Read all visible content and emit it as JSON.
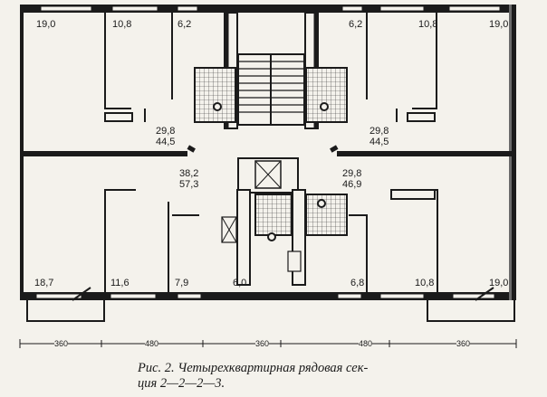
{
  "rooms": {
    "top": [
      "19,0",
      "10,8",
      "6,2",
      "6,2",
      "10,8",
      "19,0"
    ],
    "bottom": [
      "18,7",
      "11,6",
      "7,9",
      "6,0",
      "6,8",
      "10,8",
      "19,0"
    ]
  },
  "apartments": {
    "top_left": {
      "living": "29,8",
      "total": "44,5"
    },
    "top_right": {
      "living": "29,8",
      "total": "44,5"
    },
    "bottom_left": {
      "living": "38,2",
      "total": "57,3"
    },
    "bottom_right": {
      "living": "29,8",
      "total": "46,9"
    }
  },
  "dimensions": [
    "360",
    "480",
    "360",
    "480",
    "360"
  ],
  "caption": {
    "line1": "Рис. 2. Четырехквартирная рядовая сек-",
    "line2": "ция 2—2—2—3."
  },
  "colors": {
    "paper": "#f4f2ec",
    "ink": "#1b1b1b"
  }
}
